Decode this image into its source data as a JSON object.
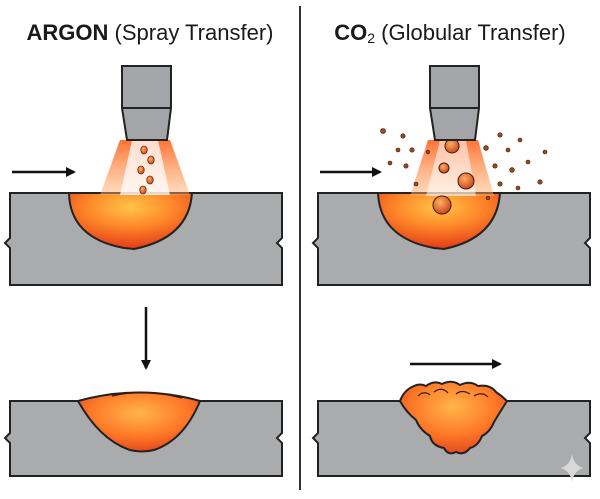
{
  "left_panel": {
    "title_bold": "ARGON",
    "title_rest": " (Spray Transfer)"
  },
  "right_panel": {
    "title_bold": "CO",
    "title_sub": "2",
    "title_rest": " (Globular Transfer)"
  },
  "colors": {
    "plate": "#a9abad",
    "nozzle": "#a3a5a8",
    "outline": "#222222",
    "molten_core": "#ffb23a",
    "molten_edge": "#e8401c",
    "arc_glow": "#ff7a30",
    "background": "#ffffff"
  },
  "icons": [
    "sparkle-icon"
  ]
}
